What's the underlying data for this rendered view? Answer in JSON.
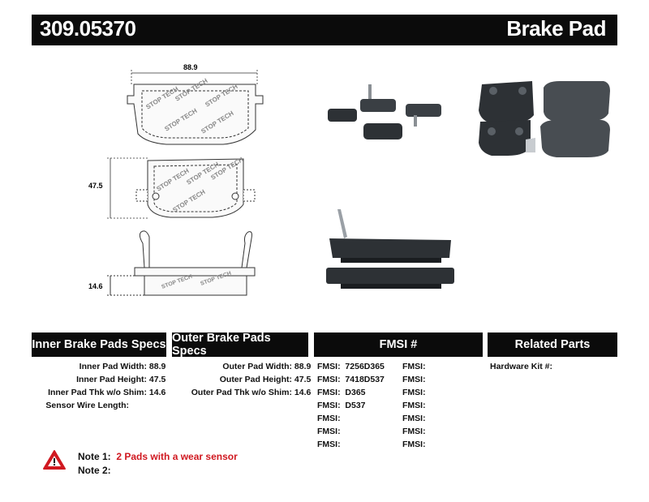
{
  "header": {
    "part_number": "309.05370",
    "title": "Brake Pad"
  },
  "dimensions": {
    "width": "88.9",
    "height": "47.5",
    "thickness": "14.6"
  },
  "columns": {
    "inner": "Inner Brake Pads Specs",
    "outer": "Outer Brake Pads Specs",
    "fmsi": "FMSI #",
    "related": "Related Parts"
  },
  "inner_specs": [
    {
      "label": "Inner Pad Width:",
      "value": "88.9"
    },
    {
      "label": "Inner Pad Height:",
      "value": "47.5"
    },
    {
      "label": "Inner Pad Thk w/o Shim:",
      "value": "14.6"
    },
    {
      "label": "Sensor Wire Length:",
      "value": ""
    }
  ],
  "outer_specs": [
    {
      "label": "Outer Pad Width:",
      "value": "88.9"
    },
    {
      "label": "Outer Pad Height:",
      "value": "47.5"
    },
    {
      "label": "Outer Pad Thk w/o Shim:",
      "value": "14.6"
    }
  ],
  "fmsi_left": [
    {
      "label": "FMSI:",
      "value": "7256D365"
    },
    {
      "label": "FMSI:",
      "value": "7418D537"
    },
    {
      "label": "FMSI:",
      "value": "D365"
    },
    {
      "label": "FMSI:",
      "value": "D537"
    },
    {
      "label": "FMSI:",
      "value": ""
    },
    {
      "label": "FMSI:",
      "value": ""
    },
    {
      "label": "FMSI:",
      "value": ""
    }
  ],
  "fmsi_right": [
    {
      "label": "FMSI:",
      "value": ""
    },
    {
      "label": "FMSI:",
      "value": ""
    },
    {
      "label": "FMSI:",
      "value": ""
    },
    {
      "label": "FMSI:",
      "value": ""
    },
    {
      "label": "FMSI:",
      "value": ""
    },
    {
      "label": "FMSI:",
      "value": ""
    },
    {
      "label": "FMSI:",
      "value": ""
    }
  ],
  "related": {
    "hardware_label": "Hardware Kit #:",
    "hardware_value": ""
  },
  "notes": {
    "note1_label": "Note 1:",
    "note1_text": "2 Pads with a wear sensor",
    "note2_label": "Note 2:",
    "note2_text": "",
    "warning_icon": "warning-triangle-icon",
    "warning_color": "#d01820"
  },
  "colors": {
    "header_bg": "#0b0b0b",
    "pad_dark": "#2d3135",
    "accent_red": "#d01820"
  }
}
